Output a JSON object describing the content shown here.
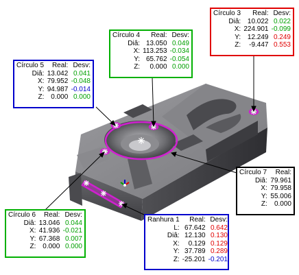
{
  "colors": {
    "frame_green": "#00b000",
    "frame_blue": "#0000cc",
    "frame_red": "#e00000",
    "frame_black": "#000000",
    "feature_magenta": "#d020d0",
    "part_dark": "#555558",
    "part_light": "#a8a8ac"
  },
  "callouts": [
    {
      "id": "circulo-3",
      "frame": "red",
      "name": "Círculo 3",
      "col_real": "Real:",
      "col_desv": "Desv:",
      "rows": [
        {
          "label": "Diâ:",
          "real": "10.022",
          "desv": "0.022",
          "desv_class": "ok"
        },
        {
          "label": "X:",
          "real": "224.901",
          "desv": "-0.099",
          "desv_class": "ok"
        },
        {
          "label": "Y:",
          "real": "12.249",
          "desv": "0.249",
          "desv_class": "bad"
        },
        {
          "label": "Z:",
          "real": "-9.447",
          "desv": "0.553",
          "desv_class": "bad"
        }
      ]
    },
    {
      "id": "circulo-4",
      "frame": "green",
      "name": "Círculo 4",
      "col_real": "Real:",
      "col_desv": "Desv:",
      "rows": [
        {
          "label": "Diâ:",
          "real": "13.050",
          "desv": "0.049",
          "desv_class": "ok"
        },
        {
          "label": "X:",
          "real": "113.253",
          "desv": "-0.034",
          "desv_class": "ok"
        },
        {
          "label": "Y:",
          "real": "65.762",
          "desv": "-0.054",
          "desv_class": "ok"
        },
        {
          "label": "Z:",
          "real": "0.000",
          "desv": "0.000",
          "desv_class": "ok"
        }
      ]
    },
    {
      "id": "circulo-5",
      "frame": "blue",
      "name": "Círculo 5",
      "col_real": "Real:",
      "col_desv": "Desv:",
      "rows": [
        {
          "label": "Diâ:",
          "real": "13.042",
          "desv": "0.041",
          "desv_class": "ok"
        },
        {
          "label": "X:",
          "real": "79.952",
          "desv": "-0.048",
          "desv_class": "ok"
        },
        {
          "label": "Y:",
          "real": "94.987",
          "desv": "-0.014",
          "desv_class": "neg"
        },
        {
          "label": "Z:",
          "real": "0.000",
          "desv": "0.000",
          "desv_class": "ok"
        }
      ]
    },
    {
      "id": "circulo-7",
      "frame": "black",
      "name": "Círculo 7",
      "col_real": "Real:",
      "col_desv": "",
      "rows": [
        {
          "label": "Diâ:",
          "real": "79.961",
          "desv": "",
          "desv_class": ""
        },
        {
          "label": "X:",
          "real": "79.958",
          "desv": "",
          "desv_class": ""
        },
        {
          "label": "Y:",
          "real": "55.006",
          "desv": "",
          "desv_class": ""
        },
        {
          "label": "Z:",
          "real": "0.000",
          "desv": "",
          "desv_class": ""
        }
      ]
    },
    {
      "id": "circulo-6",
      "frame": "green",
      "name": "Círculo 6",
      "col_real": "Real:",
      "col_desv": "Desv:",
      "rows": [
        {
          "label": "Diâ:",
          "real": "13.046",
          "desv": "0.044",
          "desv_class": "ok"
        },
        {
          "label": "X:",
          "real": "41.936",
          "desv": "-0.021",
          "desv_class": "ok"
        },
        {
          "label": "Y:",
          "real": "67.368",
          "desv": "0.007",
          "desv_class": "ok"
        },
        {
          "label": "Z:",
          "real": "0.000",
          "desv": "0.000",
          "desv_class": "ok"
        }
      ]
    },
    {
      "id": "ranhura-1",
      "frame": "blue",
      "name": "Ranhura 1",
      "col_real": "Real:",
      "col_desv": "Desv:",
      "rows": [
        {
          "label": "L:",
          "real": "67.642",
          "desv": "0.642",
          "desv_class": "bad"
        },
        {
          "label": "Diâ:",
          "real": "12.130",
          "desv": "0.130",
          "desv_class": "bad"
        },
        {
          "label": "X:",
          "real": "0.129",
          "desv": "0.129",
          "desv_class": "bad"
        },
        {
          "label": "Y:",
          "real": "37.789",
          "desv": "0.289",
          "desv_class": "bad"
        },
        {
          "label": "Z:",
          "real": "-25.201",
          "desv": "-0.201",
          "desv_class": "neg"
        }
      ]
    }
  ]
}
